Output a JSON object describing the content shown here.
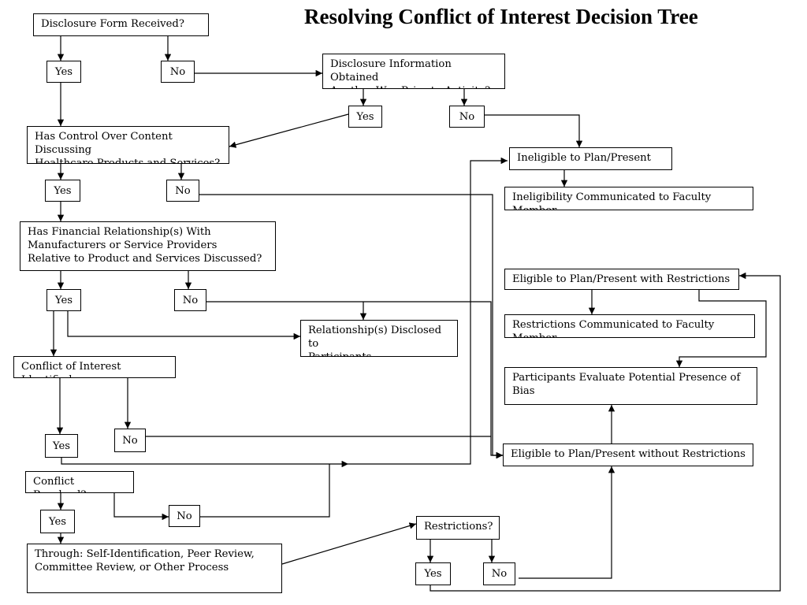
{
  "title": "Resolving Conflict of Interest Decision Tree",
  "nodes": {
    "disclosure_received": "Disclosure Form Received?",
    "yes_1": "Yes",
    "no_1": "No",
    "disclosure_other_way": "Disclosure Information Obtained\nAnother Way Prior to Activity?",
    "yes_2": "Yes",
    "no_2": "No",
    "control_content": "Has Control Over Content Discussing\nHealthcare Products and Services?",
    "yes_3": "Yes",
    "no_3": "No",
    "financial_relationship": "Has Financial Relationship(s) With\nManufacturers or Service Providers\nRelative to Product and Services Discussed?",
    "yes_4": "Yes",
    "no_4": "No",
    "relationship_disclosed": "Relationship(s) Disclosed to\nParticipants",
    "coi_identified": "Conflict of Interest Identified",
    "yes_5": "Yes",
    "no_5": "No",
    "conflict_resolved": "Conflict Resolved?",
    "yes_6": "Yes",
    "no_6": "No",
    "through_process": "Through: Self-Identification, Peer Review,\nCommittee Review, or Other Process",
    "restrictions_q": "Restrictions?",
    "yes_7": "Yes",
    "no_7": "No",
    "ineligible": "Ineligible to Plan/Present",
    "ineligibility_communicated": "Ineligibility Communicated to Faculty Member",
    "eligible_restrictions": "Eligible to Plan/Present with Restrictions",
    "restrictions_communicated": "Restrictions Communicated to Faculty Member",
    "participants_evaluate": "Participants Evaluate Potential Presence of Bias",
    "eligible_no_restrictions": "Eligible to Plan/Present without Restrictions"
  }
}
